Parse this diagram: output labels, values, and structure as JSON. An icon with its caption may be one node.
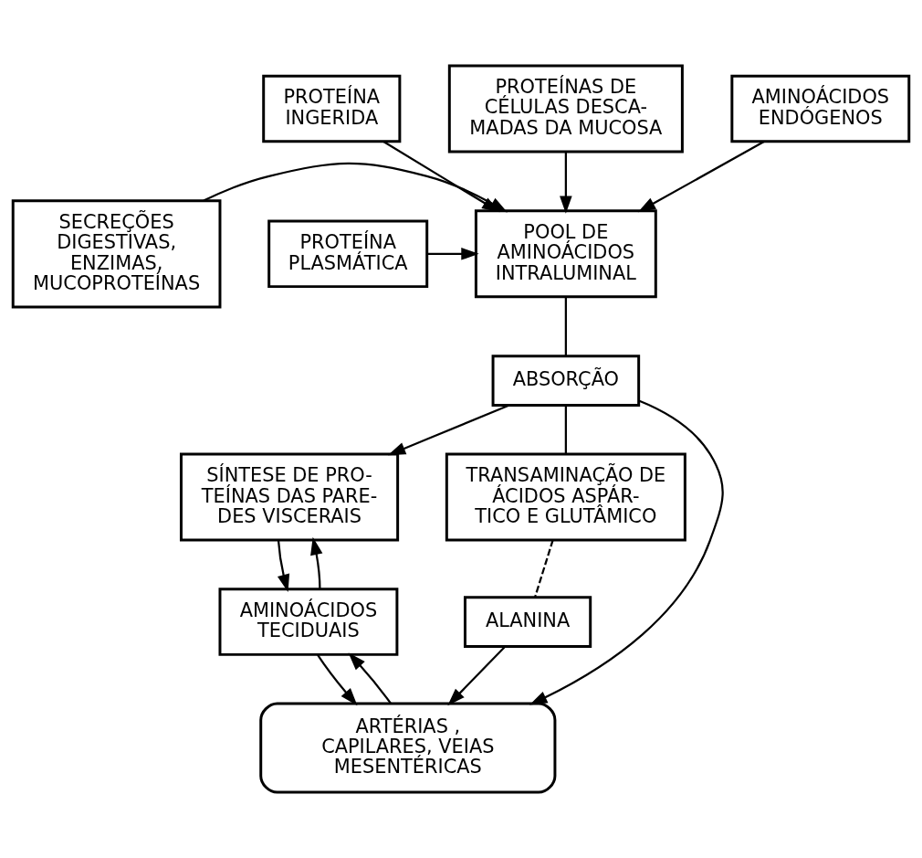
{
  "diagram": {
    "nodes": [
      {
        "text": [
          "PROTEÍNA INGERIDA"
        ]
      },
      {
        "text": [
          "PROTEÍNAS DE CÉLULAS DESCA- MADAS DA MUCOSA"
        ]
      },
      {
        "text": [
          "AMINOÁCIDOS ENDÓGENOS"
        ]
      },
      {
        "text": [
          "SECREÇÕES DIGESTIVAS, ENZIMAS, MUCOPROTEÍNAS"
        ]
      },
      {
        "text": [
          "POOL DE AMINOÁCIDOS INTRALUMINAL"
        ]
      },
      {
        "text": [
          "PROTEÍNA PLASMÁTICA"
        ]
      },
      {
        "text": [
          "ABSORÇÃO"
        ]
      },
      {
        "text": [
          "SÍNTESE DE PRO- TEÍNAS DAS PARE- DES VISCERAIS"
        ]
      },
      {
        "text": [
          "TRANSAMINAÇÃO DE ÁCIDOS ASPÁR- TICO E GLUTÂMICO"
        ]
      },
      {
        "text": [
          "AMINOÁCIDOS TECIDUAIS"
        ]
      },
      {
        "text": [
          "ALANINA"
        ]
      },
      {
        "text": [
          "ARTÉRIAS , CAPILARES, VEIAS MESENTÉRICAS"
        ]
      }
    ],
    "edges": [
      {
        "from": 0,
        "to": 4,
        "arrow": "to"
      },
      {
        "from": 1,
        "to": 4,
        "arrow": "to"
      },
      {
        "from": 2,
        "to": 4,
        "arrow": "to"
      },
      {
        "from": 3,
        "to": 4,
        "arrow": "to"
      },
      {
        "from": 5,
        "to": 4,
        "arrow": "to"
      },
      {
        "from": 4,
        "to": 6,
        "arrow": "none"
      },
      {
        "from": 6,
        "to": 7,
        "arrow": "to"
      },
      {
        "from": 6,
        "to": 11,
        "arrow": "to"
      },
      {
        "from": 6,
        "to": 8,
        "arrow": "none"
      },
      {
        "from": 7,
        "to": 9,
        "arrow": "to"
      },
      {
        "from": 9,
        "to": 7,
        "arrow": "to"
      },
      {
        "from": 9,
        "to": 11,
        "arrow": "to"
      },
      {
        "from": 11,
        "to": 9,
        "arrow": "to"
      },
      {
        "from": 8,
        "to": 10,
        "arrow": "none",
        "style": "dashed"
      },
      {
        "from": 10,
        "to": 11,
        "arrow": "to"
      }
    ]
  }
}
